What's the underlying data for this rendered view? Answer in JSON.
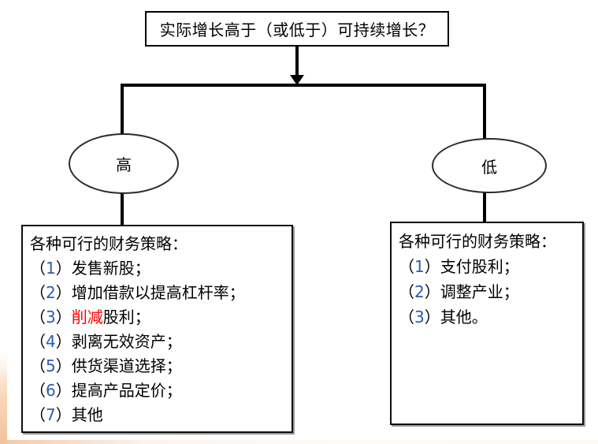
{
  "question_box": {
    "label": "实际增长高于（或低于）可持续增长？"
  },
  "branches": {
    "high_label": "高",
    "low_label": "低"
  },
  "left_box": {
    "title": "各种可行的财务策略：",
    "items": [
      {
        "open": "（",
        "num": "1",
        "close": "）",
        "red": "",
        "text": "发售新股；"
      },
      {
        "open": "（",
        "num": "2",
        "close": "）",
        "red": "",
        "text": "增加借款以提高杠杆率；"
      },
      {
        "open": "（",
        "num": "3",
        "close": "）",
        "red": "削减",
        "text": "股利；"
      },
      {
        "open": "（",
        "num": "4",
        "close": "）",
        "red": "",
        "text": "剥离无效资产；"
      },
      {
        "open": "（",
        "num": "5",
        "close": "）",
        "red": "",
        "text": "供货渠道选择；"
      },
      {
        "open": "（",
        "num": "6",
        "close": "）",
        "red": "",
        "text": "提高产品定价；"
      },
      {
        "open": "（",
        "num": "7",
        "close": "）",
        "red": "",
        "text": "其他"
      }
    ]
  },
  "right_box": {
    "title": "各种可行的财务策略：",
    "items": [
      {
        "open": "（",
        "num": "1",
        "close": "）",
        "red": "",
        "text": "支付股利；"
      },
      {
        "open": "（",
        "num": "2",
        "close": "）",
        "red": "",
        "text": "调整产业；"
      },
      {
        "open": "（",
        "num": "3",
        "close": "）",
        "red": "",
        "text": "其他。"
      }
    ]
  },
  "colors": {
    "line": "#000000",
    "red_emphasis": "#ff0000",
    "digit_tint": "#2a5db0",
    "edge_artifact": "#f3c29c"
  }
}
